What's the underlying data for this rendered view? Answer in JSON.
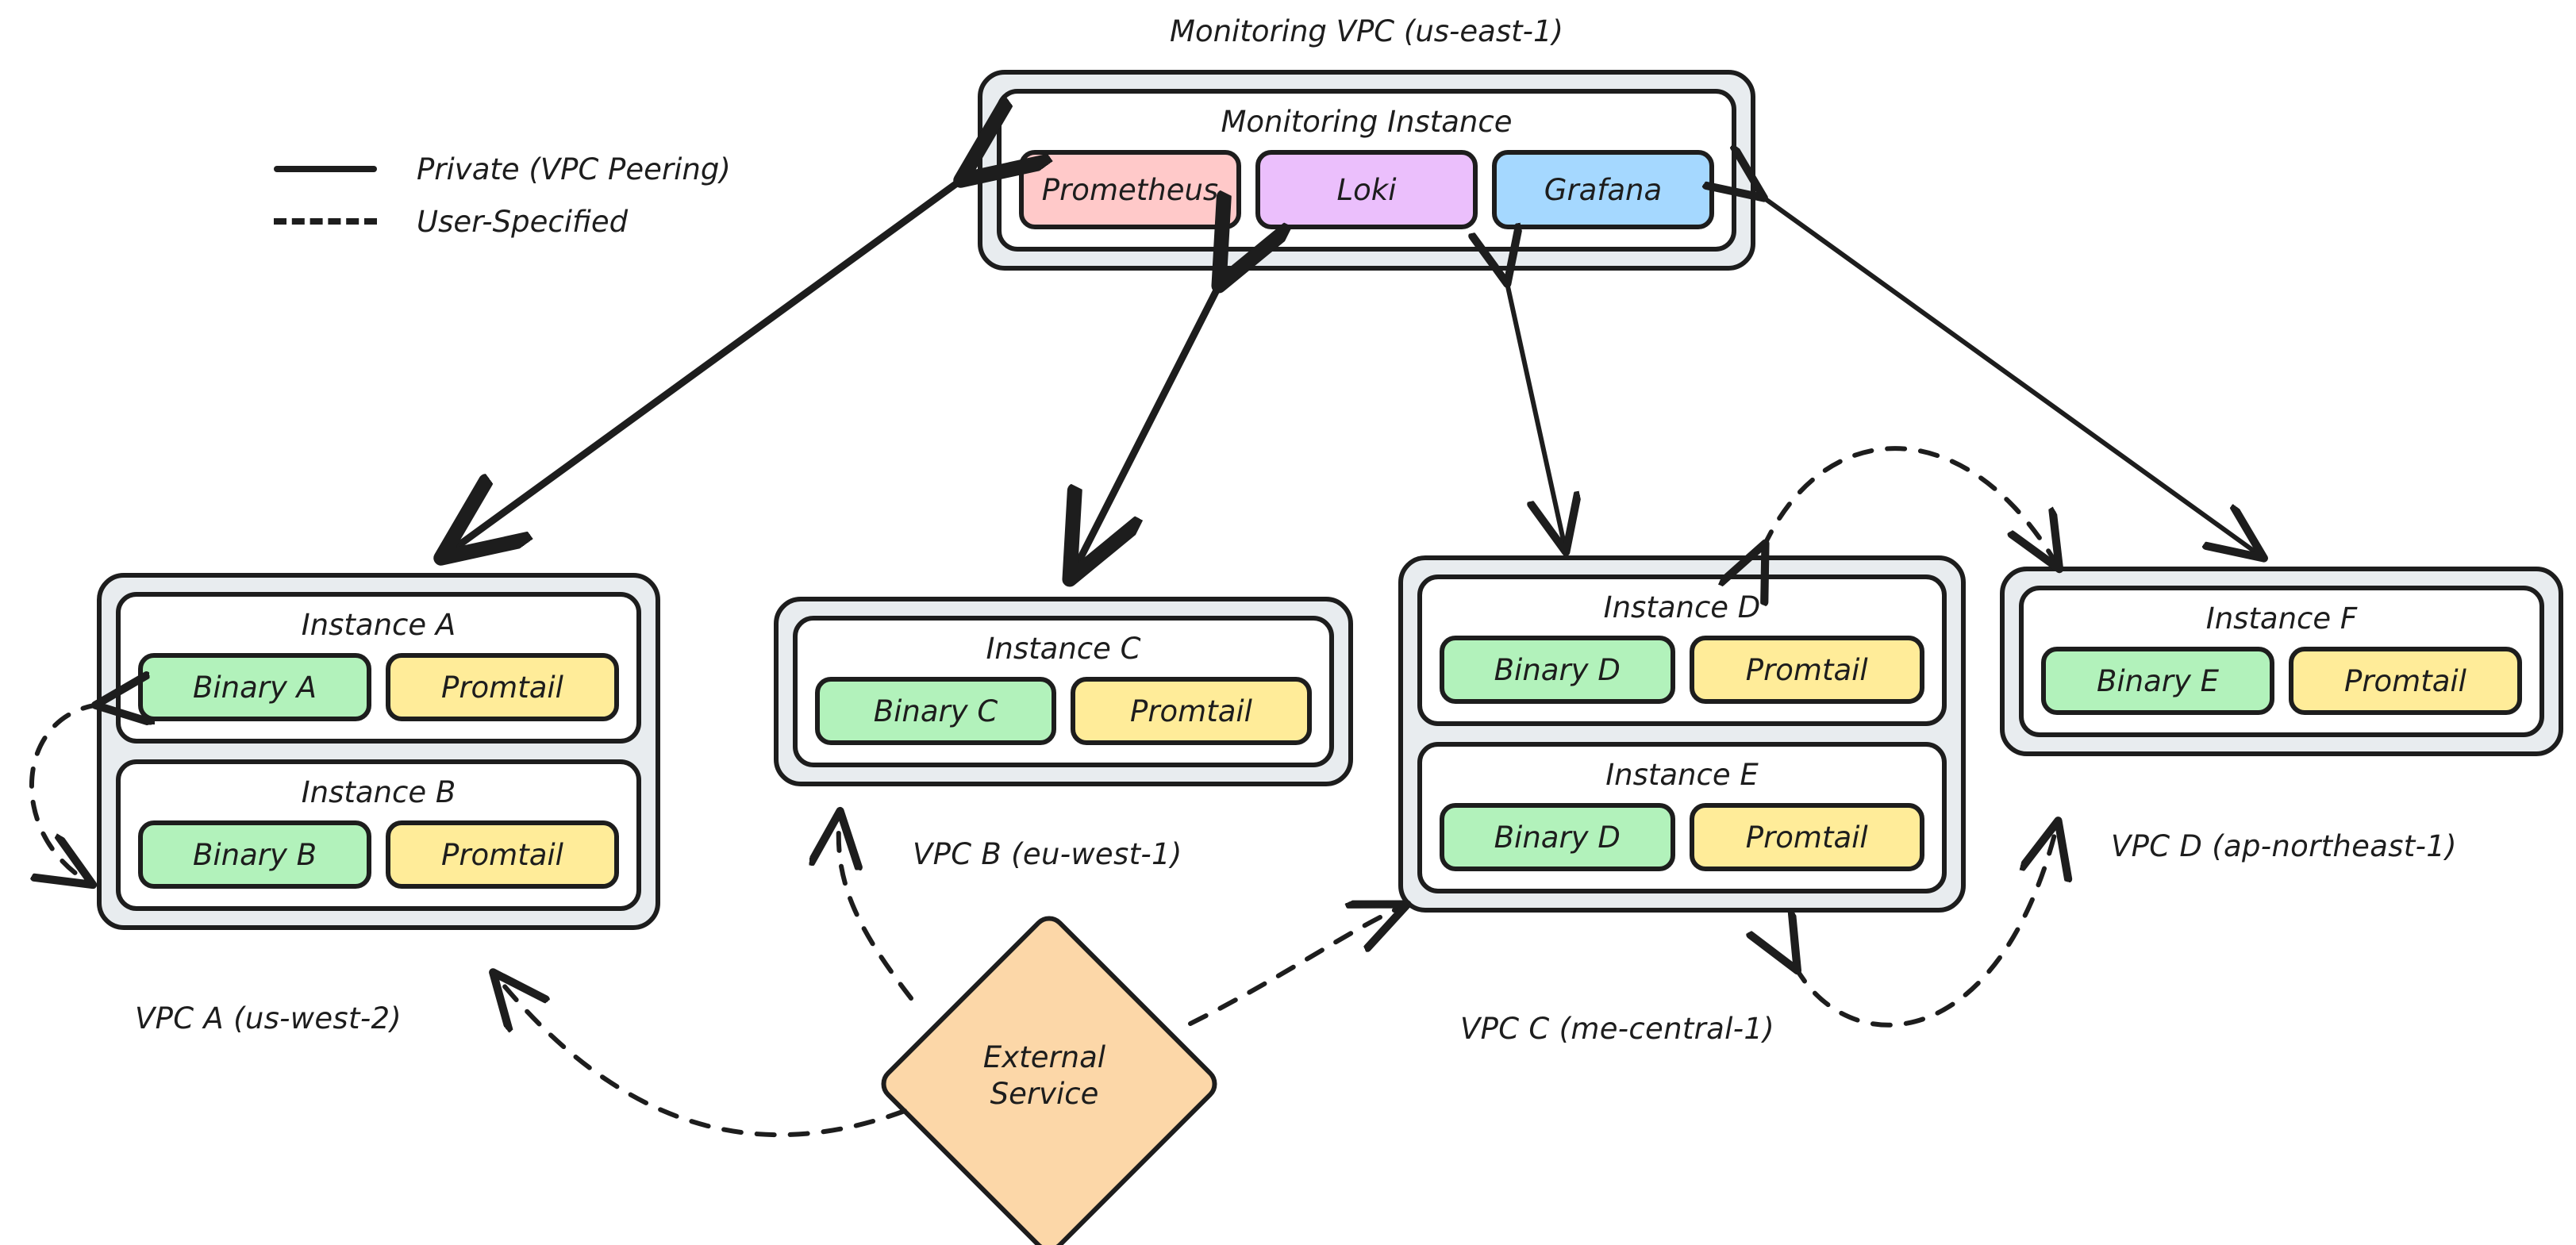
{
  "legend": {
    "items": [
      {
        "style": "solid",
        "label": "Private (VPC Peering)"
      },
      {
        "style": "dashed",
        "label": "User-Specified"
      }
    ]
  },
  "monitoring_vpc": {
    "title": "Monitoring VPC (us-east-1)",
    "instance": {
      "title": "Monitoring Instance",
      "components": [
        {
          "label": "Prometheus",
          "color": "#ffc9c9"
        },
        {
          "label": "Loki",
          "color": "#ebbffc"
        },
        {
          "label": "Grafana",
          "color": "#a5d8ff"
        }
      ]
    }
  },
  "vpcs": [
    {
      "id": "vpc-a",
      "label": "VPC A (us-west-2)",
      "instances": [
        {
          "title": "Instance A",
          "components": [
            {
              "label": "Binary A",
              "color": "#b2f2bb"
            },
            {
              "label": "Promtail",
              "color": "#ffec99"
            }
          ]
        },
        {
          "title": "Instance B",
          "components": [
            {
              "label": "Binary B",
              "color": "#b2f2bb"
            },
            {
              "label": "Promtail",
              "color": "#ffec99"
            }
          ]
        }
      ]
    },
    {
      "id": "vpc-b",
      "label": "VPC B (eu-west-1)",
      "instances": [
        {
          "title": "Instance C",
          "components": [
            {
              "label": "Binary C",
              "color": "#b2f2bb"
            },
            {
              "label": "Promtail",
              "color": "#ffec99"
            }
          ]
        }
      ]
    },
    {
      "id": "vpc-c",
      "label": "VPC C (me-central-1)",
      "instances": [
        {
          "title": "Instance D",
          "components": [
            {
              "label": "Binary D",
              "color": "#b2f2bb"
            },
            {
              "label": "Promtail",
              "color": "#ffec99"
            }
          ]
        },
        {
          "title": "Instance E",
          "components": [
            {
              "label": "Binary D",
              "color": "#b2f2bb"
            },
            {
              "label": "Promtail",
              "color": "#ffec99"
            }
          ]
        }
      ]
    },
    {
      "id": "vpc-d",
      "label": "VPC D (ap-northeast-1)",
      "instances": [
        {
          "title": "Instance F",
          "components": [
            {
              "label": "Binary E",
              "color": "#b2f2bb"
            },
            {
              "label": "Promtail",
              "color": "#ffec99"
            }
          ]
        }
      ]
    }
  ],
  "external_service": {
    "label_line1": "External",
    "label_line2": "Service",
    "shape": "diamond",
    "color": "#fcd7a8"
  },
  "connections": [
    {
      "from": "monitoring-vpc",
      "to": "vpc-a",
      "style": "solid",
      "direction": "bidirectional"
    },
    {
      "from": "monitoring-vpc",
      "to": "vpc-b",
      "style": "solid",
      "direction": "bidirectional"
    },
    {
      "from": "monitoring-vpc",
      "to": "vpc-c",
      "style": "solid",
      "direction": "bidirectional"
    },
    {
      "from": "monitoring-vpc",
      "to": "vpc-d",
      "style": "solid",
      "direction": "bidirectional"
    },
    {
      "from": "vpc-a-instance-a",
      "to": "vpc-a-instance-b",
      "style": "dashed",
      "direction": "bidirectional"
    },
    {
      "from": "vpc-c",
      "to": "vpc-d",
      "style": "dashed",
      "direction": "bidirectional"
    },
    {
      "from": "vpc-c-bottom",
      "to": "vpc-d-bottom",
      "style": "dashed",
      "direction": "bidirectional"
    },
    {
      "from": "external-service",
      "to": "vpc-a",
      "style": "dashed",
      "direction": "forward"
    },
    {
      "from": "external-service",
      "to": "vpc-b",
      "style": "dashed",
      "direction": "forward"
    },
    {
      "from": "external-service",
      "to": "vpc-c",
      "style": "dashed",
      "direction": "forward"
    }
  ],
  "colors": {
    "vpc_fill": "#e8ecef",
    "instance_fill": "#ffffff",
    "stroke": "#1d1d1d",
    "binary": "#b2f2bb",
    "promtail": "#ffec99",
    "prometheus": "#ffc9c9",
    "loki": "#ebbffc",
    "grafana": "#a5d8ff",
    "external": "#fcd7a8"
  }
}
